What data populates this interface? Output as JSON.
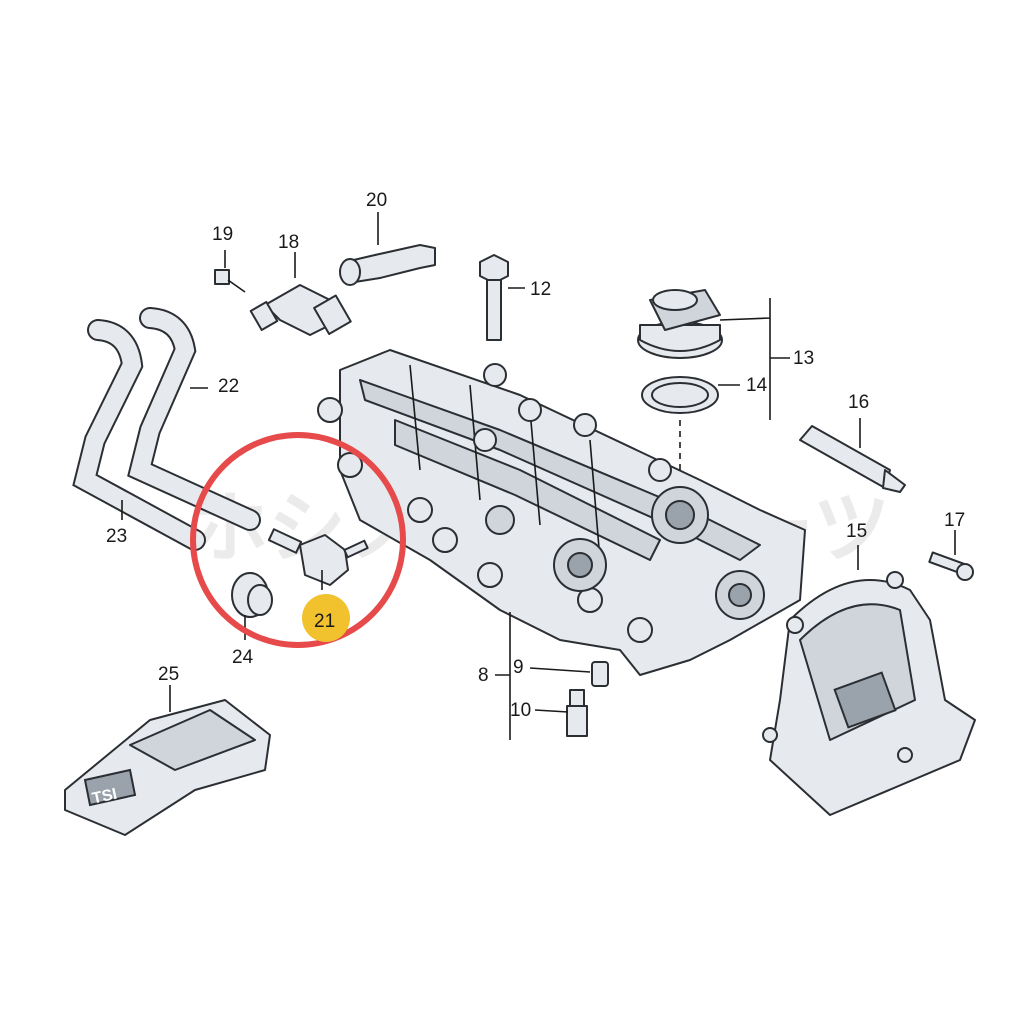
{
  "callouts": [
    {
      "id": "1",
      "text": "8"
    },
    {
      "id": "2",
      "text": "9"
    },
    {
      "id": "3",
      "text": "10"
    },
    {
      "id": "4",
      "text": "12"
    },
    {
      "id": "5",
      "text": "13"
    },
    {
      "id": "6",
      "text": "14"
    },
    {
      "id": "7",
      "text": "15"
    },
    {
      "id": "8",
      "text": "16"
    },
    {
      "id": "9",
      "text": "17"
    },
    {
      "id": "10",
      "text": "18"
    },
    {
      "id": "11",
      "text": "19"
    },
    {
      "id": "12",
      "text": "20"
    },
    {
      "id": "13",
      "text": "21"
    },
    {
      "id": "14",
      "text": "22"
    },
    {
      "id": "15",
      "text": "23"
    },
    {
      "id": "16",
      "text": "24"
    },
    {
      "id": "17",
      "text": "25"
    }
  ],
  "cover_badge": "TSI",
  "watermark": "ホシノオートパーツ",
  "colors": {
    "highlight_circle": "#e64a4a",
    "highlight_dot": "#f2c12e",
    "line": "#2b2f34",
    "part_fill": "#e6eaee"
  }
}
